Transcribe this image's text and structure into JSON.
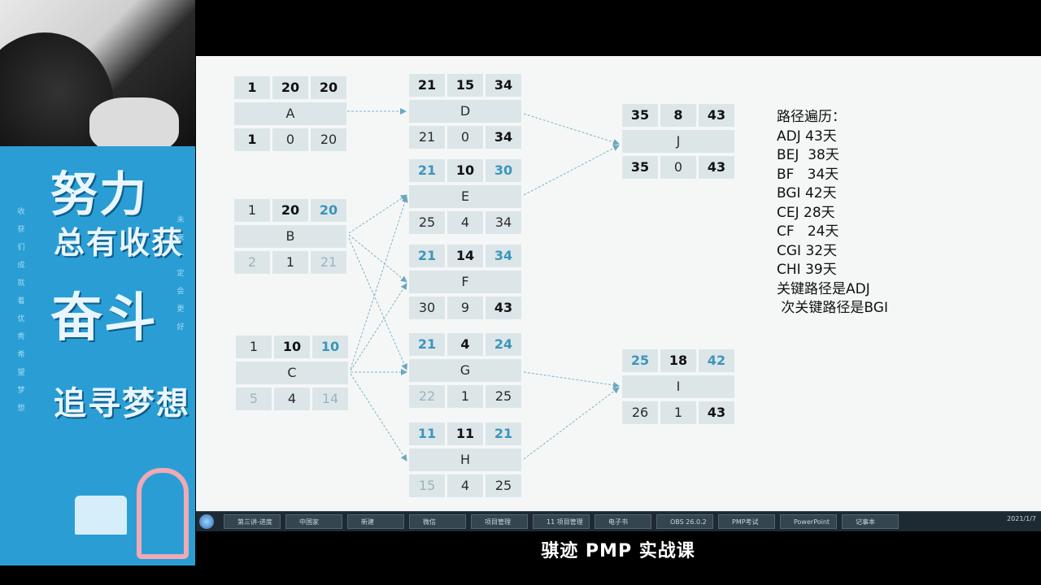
{
  "caption": "骐迹 PMP 实战课",
  "poster": {
    "line1": "努力",
    "line2": "总有收获",
    "line3": "奋斗",
    "line4": "追寻梦想",
    "left_vertical": "收获们成就着优秀希望梦想",
    "right_vertical": "未来一定会更好"
  },
  "nodes": {
    "A": {
      "top": [
        "1",
        "20",
        "20"
      ],
      "name": "A",
      "bottom": [
        "1",
        "0",
        "20"
      ]
    },
    "B": {
      "top": [
        "1",
        "20",
        "20"
      ],
      "name": "B",
      "bottom": [
        "2",
        "1",
        "21"
      ]
    },
    "C": {
      "top": [
        "1",
        "10",
        "10"
      ],
      "name": "C",
      "bottom": [
        "5",
        "4",
        "14"
      ]
    },
    "D": {
      "top": [
        "21",
        "15",
        "34"
      ],
      "name": "D",
      "bottom": [
        "21",
        "0",
        "34"
      ]
    },
    "E": {
      "top": [
        "21",
        "10",
        "30"
      ],
      "name": "E",
      "bottom": [
        "25",
        "4",
        "34"
      ]
    },
    "F": {
      "top": [
        "21",
        "14",
        "34"
      ],
      "name": "F",
      "bottom": [
        "30",
        "9",
        "43"
      ]
    },
    "G": {
      "top": [
        "21",
        "4",
        "24"
      ],
      "name": "G",
      "bottom": [
        "22",
        "1",
        "25"
      ]
    },
    "H": {
      "top": [
        "11",
        "11",
        "21"
      ],
      "name": "H",
      "bottom": [
        "15",
        "4",
        "25"
      ]
    },
    "J": {
      "top": [
        "35",
        "8",
        "43"
      ],
      "name": "J",
      "bottom": [
        "35",
        "0",
        "43"
      ]
    },
    "I": {
      "top": [
        "25",
        "18",
        "42"
      ],
      "name": "I",
      "bottom": [
        "26",
        "1",
        "43"
      ]
    }
  },
  "paths": {
    "title": "路径遍历：",
    "lines": [
      "ADJ 43天",
      "BEJ  38天",
      "BF   34天",
      "BGI 42天",
      "CEJ 28天",
      "CF   24天",
      "CGI 32天",
      "CHI 39天",
      "关键路径是ADJ",
      " 次关键路径是BGI"
    ]
  },
  "taskbar": {
    "items": [
      "第三讲-进度",
      "中国家",
      "新建",
      "微信",
      "项目管理",
      "11 项目管理",
      "电子书",
      "OBS 26.0.2",
      "PMP考试",
      "PowerPoint",
      "记事本"
    ],
    "tray": "2021/1/7"
  },
  "colors": {
    "cell": "#dce6e8",
    "accent_blue": "#3b95bc",
    "slide_bg": "#f5f7f7",
    "poster_bg": "#2a9ed4"
  }
}
